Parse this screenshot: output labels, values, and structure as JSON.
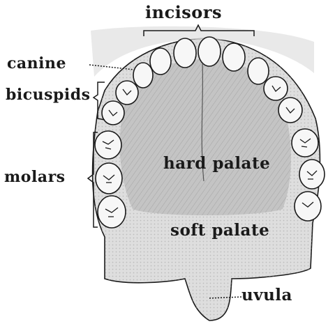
{
  "labels": {
    "incisors": "incisors",
    "canine": "canine",
    "bicuspids": "bicuspids",
    "molars": "molars",
    "hard_palate": "hard palate",
    "soft_palate": "soft palate",
    "uvula": "uvula"
  },
  "colors": {
    "ink": "#1a1a1a",
    "palate_shade": "#d7d7d7",
    "hard_palate_shade": "#bdbdbd",
    "tooth_fill": "#f7f7f7"
  }
}
